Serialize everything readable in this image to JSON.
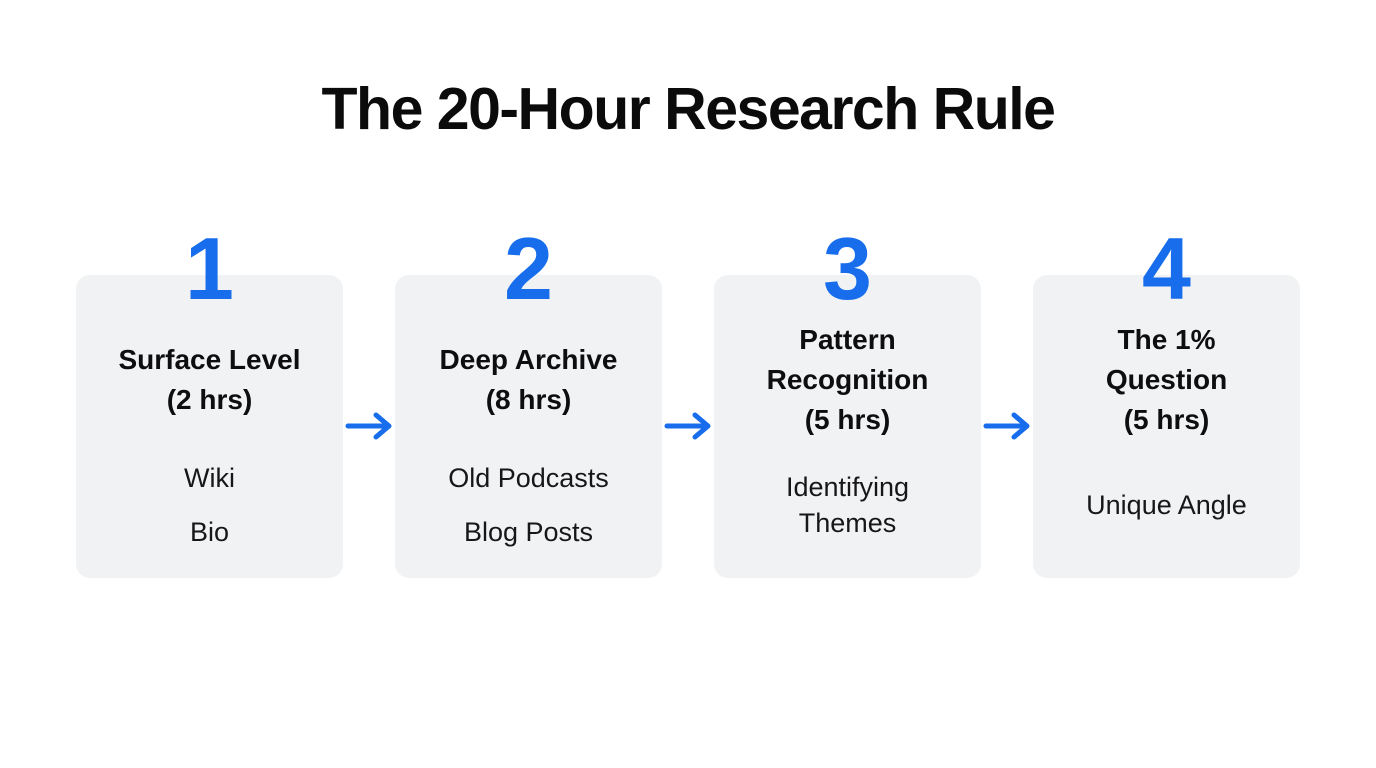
{
  "page": {
    "title": "The 20-Hour Research Rule"
  },
  "colors": {
    "accent_blue": "#176DEB",
    "card_bg": "#F1F2F4",
    "title_text": "#0B0B0C",
    "heading_text": "#0E0E10",
    "body_text": "#17171A",
    "page_bg": "#FFFFFF"
  },
  "flow": {
    "steps": [
      {
        "number": "1",
        "title": "Surface Level",
        "duration": "(2 hrs)",
        "items": [
          "Wiki",
          "Bio"
        ]
      },
      {
        "number": "2",
        "title": "Deep Archive",
        "duration": "(8 hrs)",
        "items": [
          "Old Podcasts",
          "Blog Posts"
        ]
      },
      {
        "number": "3",
        "title": "Pattern Recognition",
        "duration": "(5 hrs)",
        "items": [
          "Identifying Themes"
        ]
      },
      {
        "number": "4",
        "title": "The 1% Question",
        "duration": "(5 hrs)",
        "items": [
          "Unique Angle"
        ]
      }
    ]
  }
}
